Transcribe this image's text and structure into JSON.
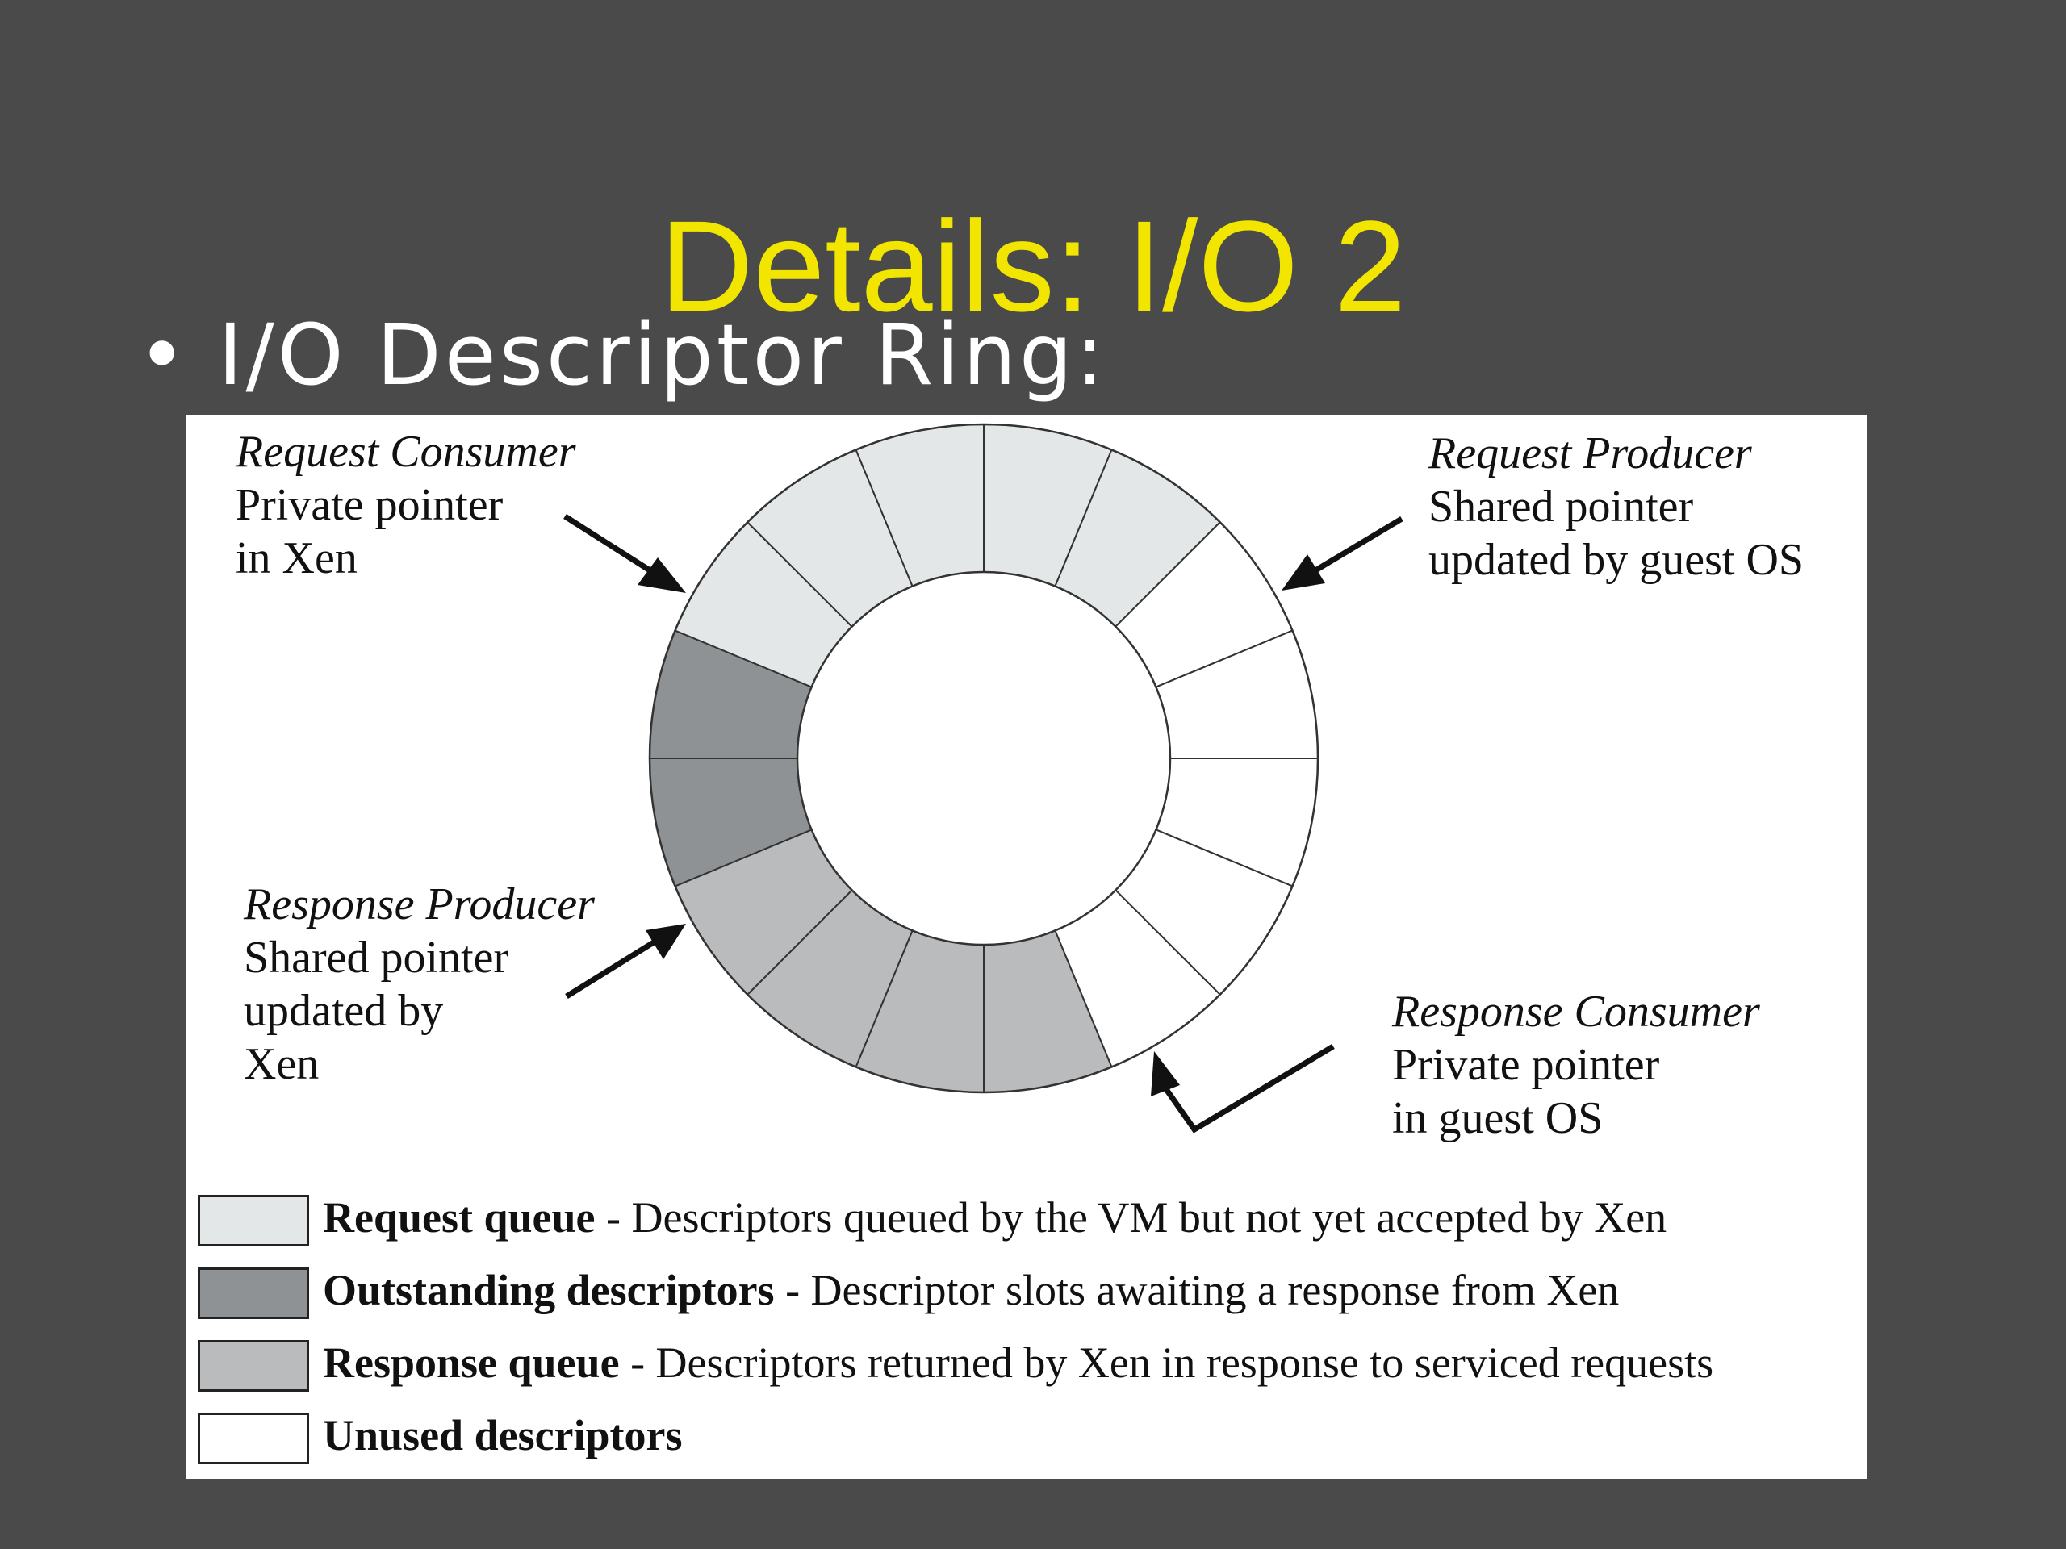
{
  "slide": {
    "title": "Details: I/O 2",
    "bullet_glyph": "•",
    "bullet_text": "I/O Descriptor Ring:"
  },
  "colors": {
    "background": "#4a4a4a",
    "title": "#f2e600",
    "request_queue": "#e4e7e8",
    "outstanding": "#8f9294",
    "response_queue": "#b9bbbd",
    "unused": "#ffffff"
  },
  "ring": {
    "slot_count": 16,
    "slots": [
      {
        "index": 0,
        "state": "request_queue"
      },
      {
        "index": 1,
        "state": "request_queue"
      },
      {
        "index": 2,
        "state": "unused"
      },
      {
        "index": 3,
        "state": "unused"
      },
      {
        "index": 4,
        "state": "unused"
      },
      {
        "index": 5,
        "state": "unused"
      },
      {
        "index": 6,
        "state": "unused"
      },
      {
        "index": 7,
        "state": "response_queue"
      },
      {
        "index": 8,
        "state": "response_queue"
      },
      {
        "index": 9,
        "state": "response_queue"
      },
      {
        "index": 10,
        "state": "response_queue"
      },
      {
        "index": 11,
        "state": "outstanding"
      },
      {
        "index": 12,
        "state": "outstanding"
      },
      {
        "index": 13,
        "state": "request_queue"
      },
      {
        "index": 14,
        "state": "request_queue"
      },
      {
        "index": 15,
        "state": "request_queue"
      }
    ]
  },
  "pointers": {
    "request_consumer": {
      "title": "Request Consumer",
      "desc": [
        "Private pointer",
        "in Xen"
      ]
    },
    "request_producer": {
      "title": "Request Producer",
      "desc": [
        "Shared pointer",
        "updated by guest OS"
      ]
    },
    "response_producer": {
      "title": "Response Producer",
      "desc": [
        "Shared pointer",
        "updated by",
        "Xen"
      ]
    },
    "response_consumer": {
      "title": "Response Consumer",
      "desc": [
        "Private pointer",
        "in guest OS"
      ]
    }
  },
  "legend": [
    {
      "key": "request_queue",
      "bold": "Request queue",
      "rest": " - Descriptors queued by the VM but not yet accepted by Xen"
    },
    {
      "key": "outstanding",
      "bold": "Outstanding descriptors",
      "rest": " - Descriptor slots awaiting a response from Xen"
    },
    {
      "key": "response_queue",
      "bold": "Response queue",
      "rest": " - Descriptors returned by Xen in response to serviced requests"
    },
    {
      "key": "unused",
      "bold": "Unused descriptors",
      "rest": ""
    }
  ]
}
